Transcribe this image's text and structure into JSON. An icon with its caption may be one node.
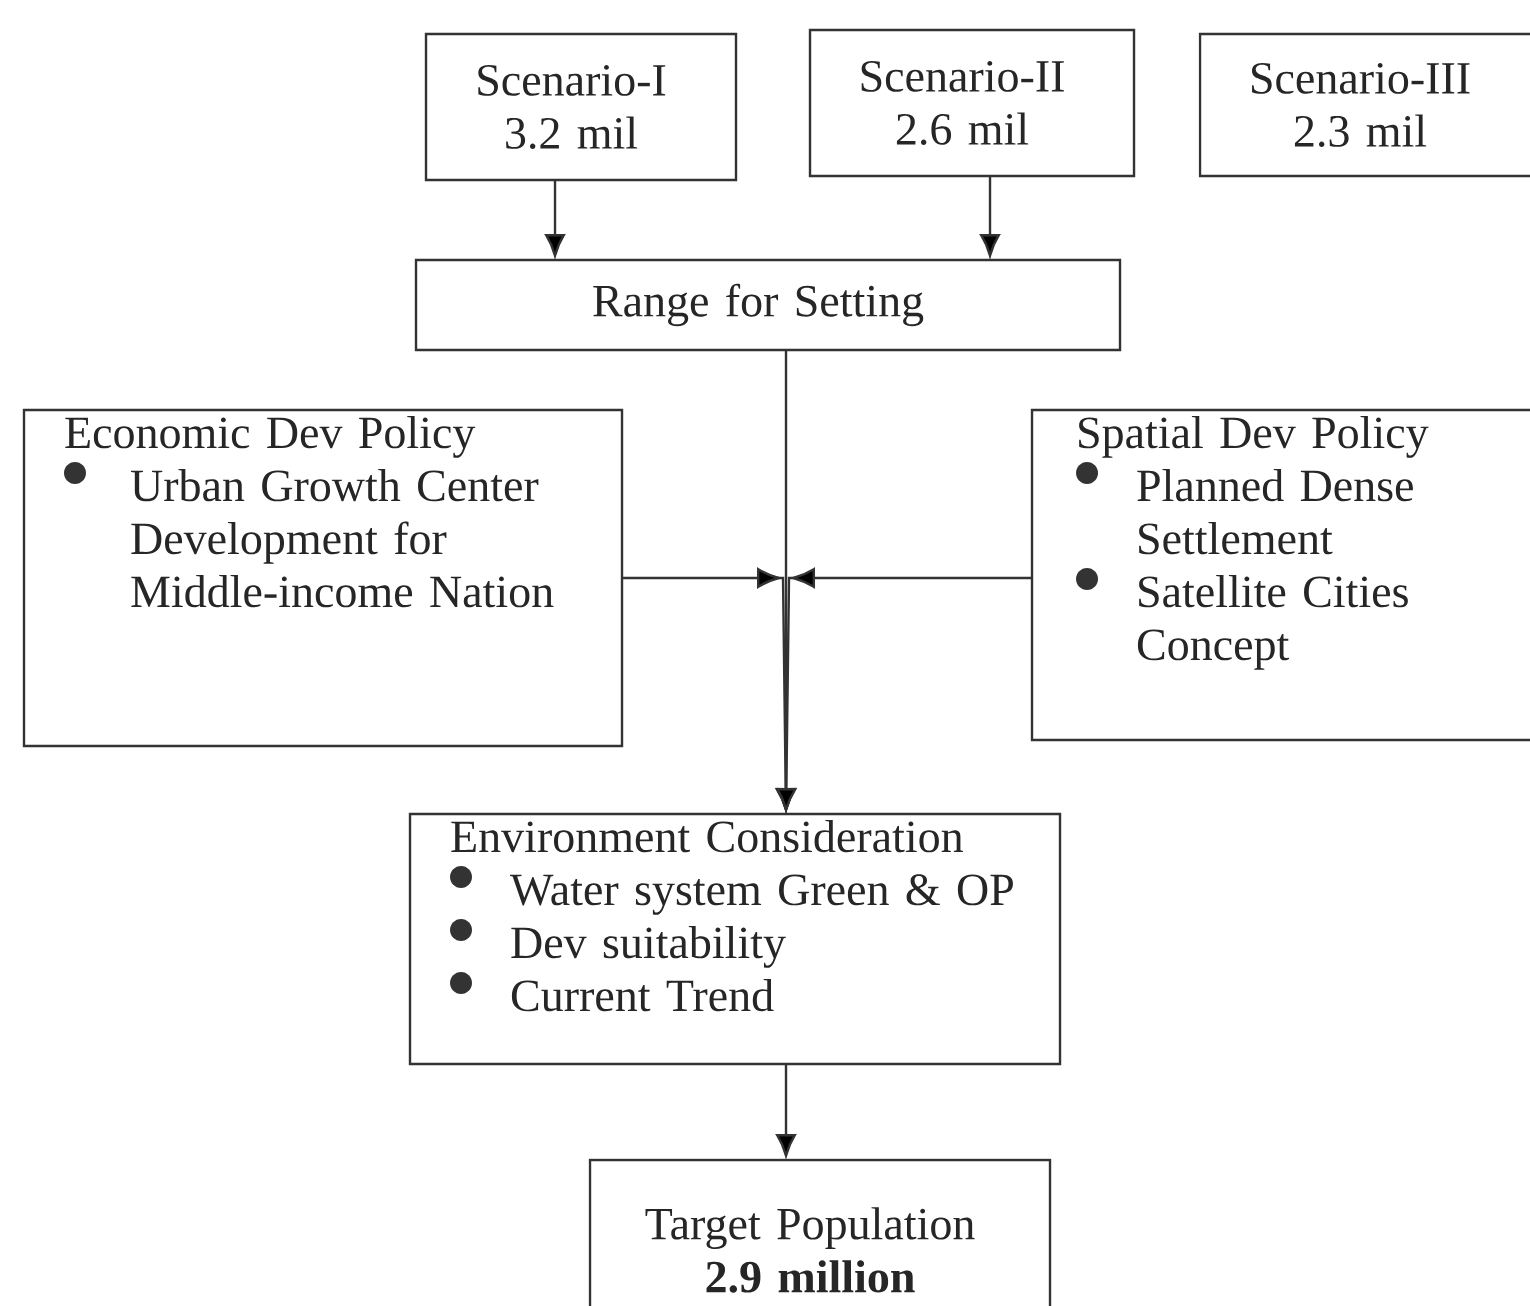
{
  "diagram": {
    "nodes": [
      {
        "text": [
          "Scenario-I",
          "3.2 mil"
        ]
      },
      {
        "text": [
          "Scenario-II",
          "2.6 mil"
        ]
      },
      {
        "text": [
          "Scenario-III",
          "2.3 mil"
        ]
      },
      {
        "text": [
          "Range for Setting"
        ]
      },
      {
        "text": [
          "Economic Dev Policy",
          "Urban Growth Center Development for Middle-income Nation"
        ]
      },
      {
        "text": [
          "Spatial Dev Policy",
          "Planned Dense Settlement",
          "Satellite Cities Concept"
        ]
      },
      {
        "text": [
          "Environment Consideration",
          "Water system Green & OP",
          "Dev suitability",
          "Current Trend"
        ]
      },
      {
        "text": [
          "Target Population",
          "2.9 million"
        ]
      }
    ],
    "edges": [
      {
        "from": 0,
        "to": 3,
        "arrow": "to"
      },
      {
        "from": 1,
        "to": 3,
        "arrow": "to"
      },
      {
        "from": 3,
        "to": 6,
        "arrow": "to"
      },
      {
        "from": 4,
        "to": 6,
        "arrow": "to"
      },
      {
        "from": 5,
        "to": 6,
        "arrow": "to"
      },
      {
        "from": 6,
        "to": 7,
        "arrow": "to"
      }
    ]
  }
}
